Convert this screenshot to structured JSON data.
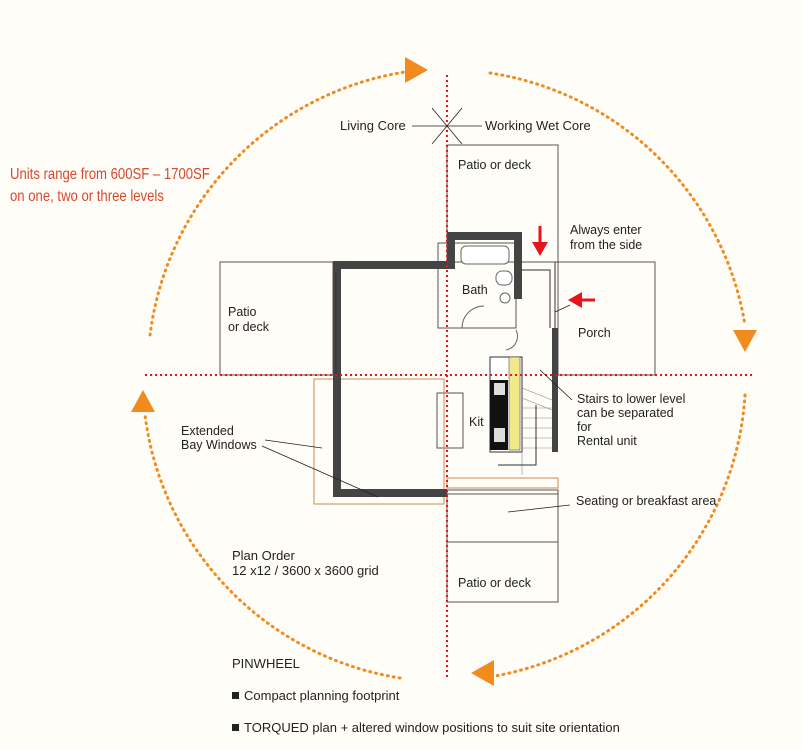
{
  "headline": {
    "line1": "Units range from 600SF – 1700SF",
    "line2": "on one, two or three levels"
  },
  "labels": {
    "living_core": "Living Core",
    "working_wet_core": "Working Wet Core",
    "patio_top": "Patio or deck",
    "patio_left_1": "Patio",
    "patio_left_2": "or deck",
    "patio_bottom": "Patio or deck",
    "always_enter_1": "Always enter",
    "always_enter_2": "from the side",
    "bath": "Bath",
    "porch": "Porch",
    "kit": "Kit",
    "stairs_1": "Stairs to lower level",
    "stairs_2": "can be separated",
    "stairs_3": "for",
    "stairs_4": "Rental unit",
    "bay_1": "Extended",
    "bay_2": "Bay Windows",
    "seating": "Seating or breakfast area",
    "plan_order_1": "Plan Order",
    "plan_order_2": "12 x12 / 3600 x 3600 grid"
  },
  "notes": {
    "title": "PINWHEEL",
    "items": [
      "Compact planning footprint",
      "TORQUED plan + altered window positions to suit site orientation"
    ]
  },
  "colors": {
    "orange": "#f28a1e",
    "red": "#e8141b",
    "wall": "#444444",
    "yellow": "#f3e98a",
    "headline": "#d9472b"
  }
}
